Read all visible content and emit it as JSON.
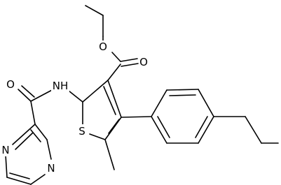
{
  "atom_labels": {
    "ester_o_top": "O",
    "ester_o_carbonyl": "O",
    "amide_o": "O",
    "amide_nh": "NH",
    "ring_s": "S",
    "pyrazine_n1": "N",
    "pyrazine_n2": "N"
  }
}
